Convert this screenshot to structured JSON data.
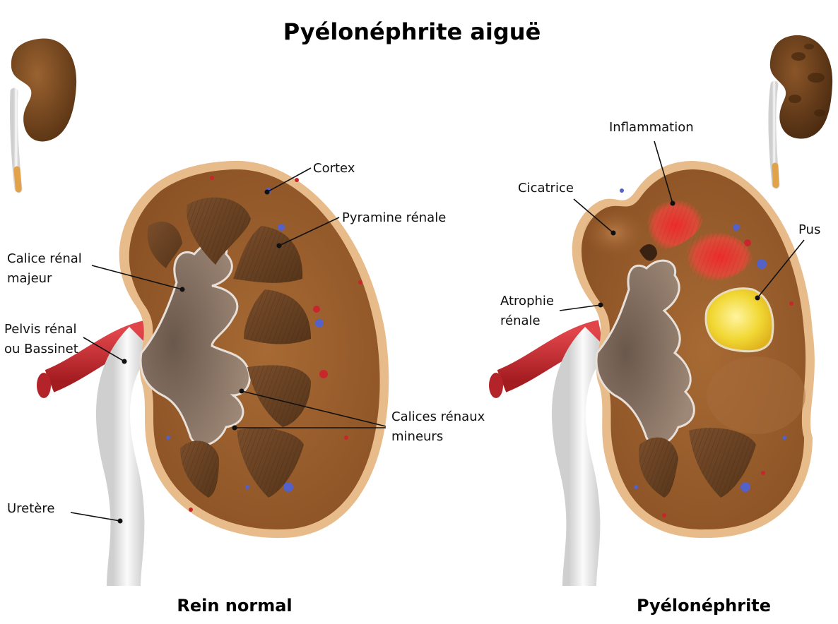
{
  "title": "Pyélonéphrite aiguë",
  "panels": {
    "normal": {
      "caption": "Rein normal",
      "labels": {
        "cortex": "Cortex",
        "pyramid": "Pyramine rénale",
        "major_calyx_line1": "Calice rénal",
        "major_calyx_line2": "majeur",
        "pelvis_line1": "Pelvis rénal",
        "pelvis_line2": "ou Bassinet",
        "minor_calyces_line1": "Calices rénaux",
        "minor_calyces_line2": "mineurs",
        "ureter": "Uretère"
      }
    },
    "pyelo": {
      "caption": "Pyélonéphrite",
      "labels": {
        "inflammation": "Inflammation",
        "scar": "Cicatrice",
        "pus": "Pus",
        "atrophy_line1": "Atrophie",
        "atrophy_line2": "rénale"
      }
    }
  },
  "colors": {
    "cortex": "#9a5d2b",
    "capsule": "#e6b98a",
    "pyramid": "#6b4426",
    "pelvis": "#8a7363",
    "ureter": "#e9e9e9",
    "artery": "#c8282d",
    "inflammation": "#e43b3b",
    "pus": "#f4dc3a",
    "scar": "#a06a3a",
    "small_kidney": "#7a4a23"
  }
}
